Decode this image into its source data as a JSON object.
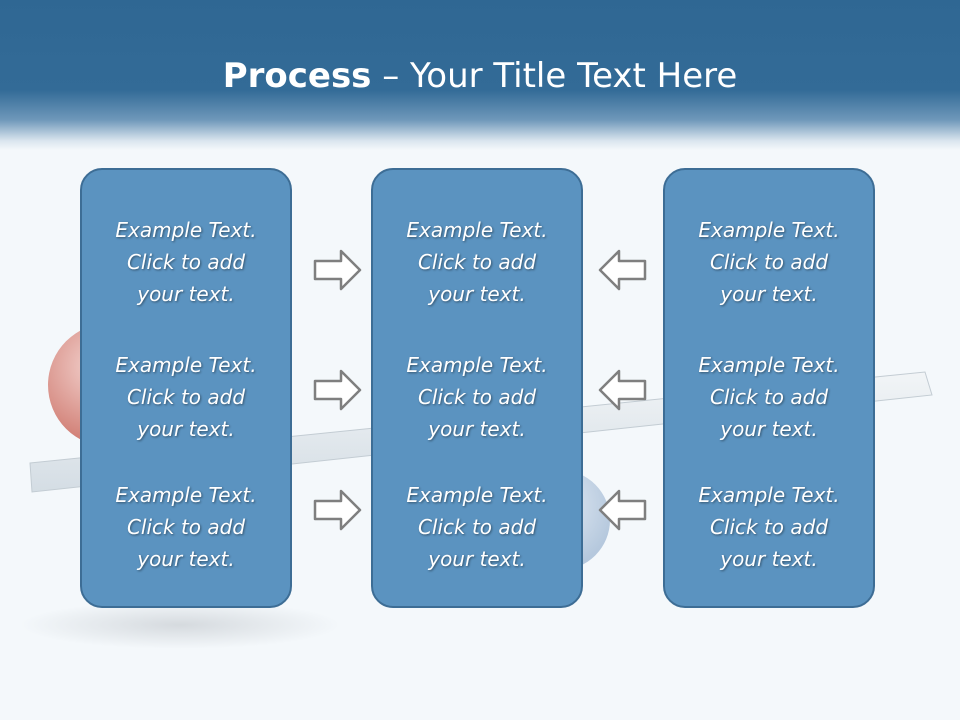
{
  "title": {
    "bold": "Process",
    "rest": " – Your Title Text Here"
  },
  "columns": [
    {
      "cells": [
        {
          "line1": "Example Text.",
          "line2": "Click  to add",
          "line3": "your text."
        },
        {
          "line1": "Example Text.",
          "line2": "Click  to add",
          "line3": "your text."
        },
        {
          "line1": "Example Text.",
          "line2": "Click  to add",
          "line3": "your text."
        }
      ]
    },
    {
      "cells": [
        {
          "line1": "Example Text.",
          "line2": "Click  to add",
          "line3": "your text."
        },
        {
          "line1": "Example Text.",
          "line2": "Click  to add",
          "line3": "your text."
        },
        {
          "line1": "Example Text.",
          "line2": "Click  to add",
          "line3": "your text."
        }
      ]
    },
    {
      "cells": [
        {
          "line1": "Example Text.",
          "line2": "Click  to add",
          "line3": "your text."
        },
        {
          "line1": "Example Text.",
          "line2": "Click  to add",
          "line3": "your text."
        },
        {
          "line1": "Example Text.",
          "line2": "Click  to add",
          "line3": "your text."
        }
      ]
    }
  ],
  "arrows": {
    "left_group": "right-arrow-icon",
    "right_group": "left-arrow-icon"
  },
  "colors": {
    "header": "#336b97",
    "box_fill": "#5b93c0",
    "box_border": "#3d6d95",
    "arrow_stroke": "#7f7f7f"
  }
}
